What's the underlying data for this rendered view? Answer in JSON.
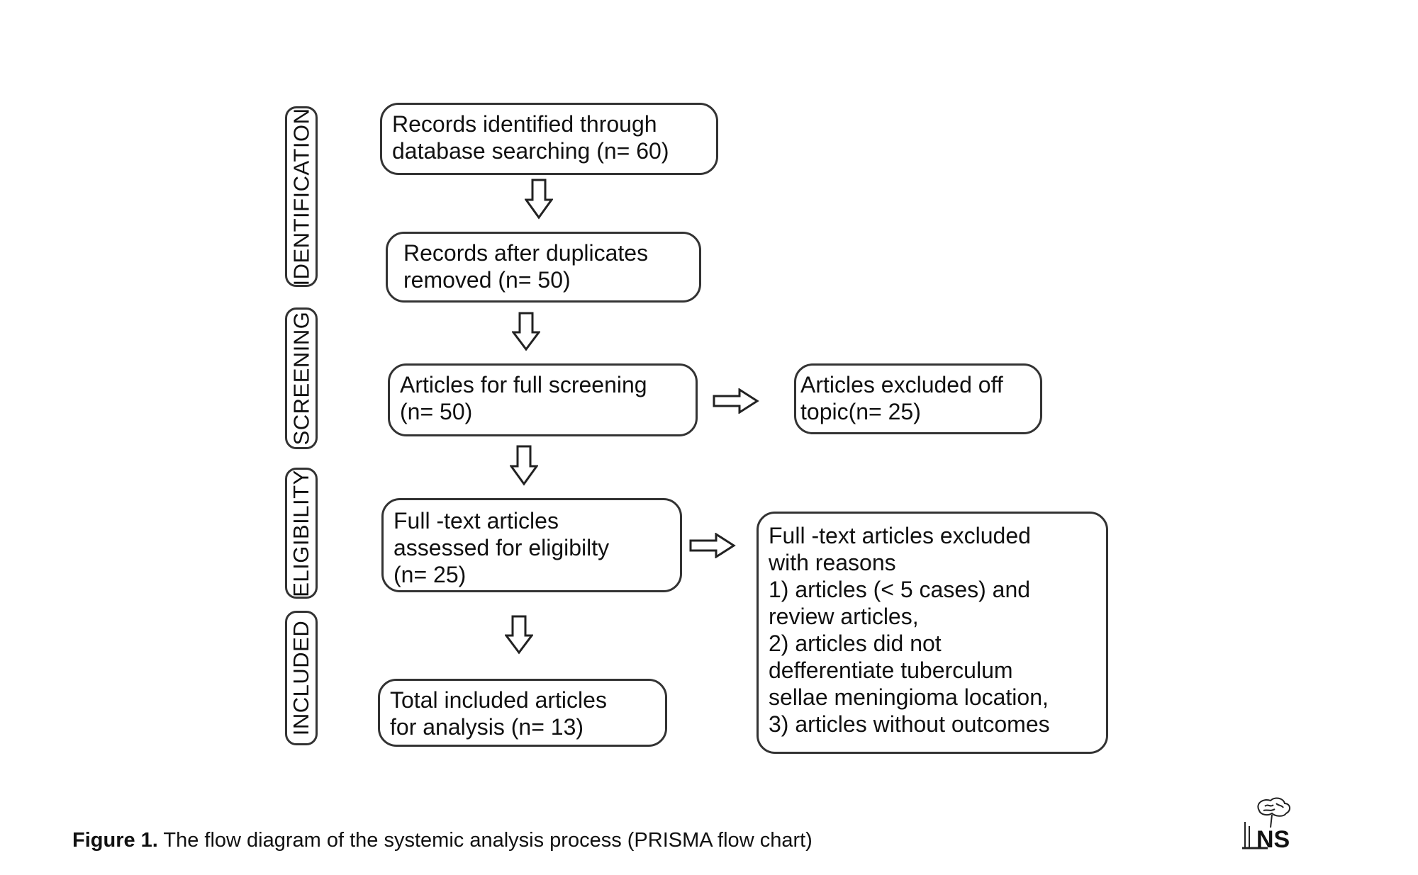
{
  "phases": {
    "identification": "IDENTIFICATION",
    "screening": "SCREENING",
    "eligibility": "ELIGIBILITY",
    "included": "INCLUDED"
  },
  "boxes": {
    "identified": [
      "Records identified through",
      "database searching (n= 60)"
    ],
    "after_duplicates": [
      "Records after duplicates",
      "removed (n= 50)"
    ],
    "full_screening": [
      "Articles for full screening",
      "(n= 50)"
    ],
    "excluded_off_topic": [
      "Articles excluded off",
      "topic(n= 25)"
    ],
    "eligibility_assessed": [
      "Full -text articles",
      "assessed for eligibilty",
      "(n= 25)"
    ],
    "excluded_reasons": [
      "Full -text articles excluded",
      "with reasons",
      "1) articles (< 5 cases) and",
      "review articles,",
      "2) articles did not",
      "defferentiate tuberculum",
      "sellae meningioma location,",
      "3) articles without outcomes"
    ],
    "included": [
      "Total included articles",
      "for analysis (n= 13)"
    ]
  },
  "caption": {
    "label": "Figure 1.",
    "text": " The flow diagram of the systemic analysis process (PRISMA flow chart)"
  },
  "logo": {
    "text": "NS"
  }
}
